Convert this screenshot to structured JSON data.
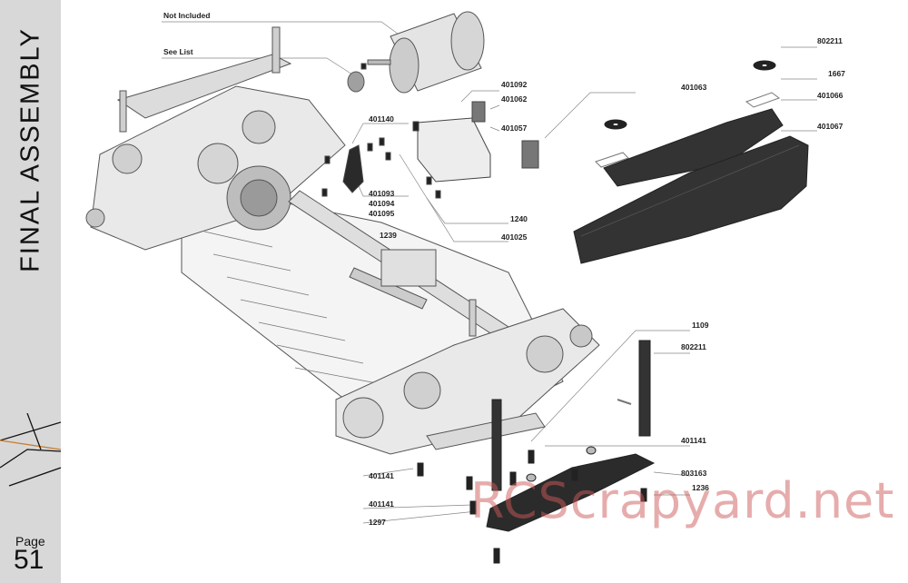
{
  "section_title": "FINAL ASSEMBLY",
  "page": {
    "label": "Page",
    "number": "51"
  },
  "watermark": "RCScrapyard.net",
  "labels": {
    "not_included": "Not Included",
    "see_list": "See List",
    "p401092": "401092",
    "p401062": "401062",
    "p401057": "401057",
    "p401140": "401140",
    "p401093": "401093",
    "p401094": "401094",
    "p401095": "401095",
    "p1239": "1239",
    "p1240": "1240",
    "p401025": "401025",
    "p802211_top": "802211",
    "p1667": "1667",
    "p401063": "401063",
    "p401066": "401066",
    "p401067": "401067",
    "p1109": "1109",
    "p802211_mid": "802211",
    "p401141_right": "401141",
    "p803163": "803163",
    "p1236": "1236",
    "p401141_left1": "401141",
    "p401141_left2": "401141",
    "p1297": "1297"
  }
}
